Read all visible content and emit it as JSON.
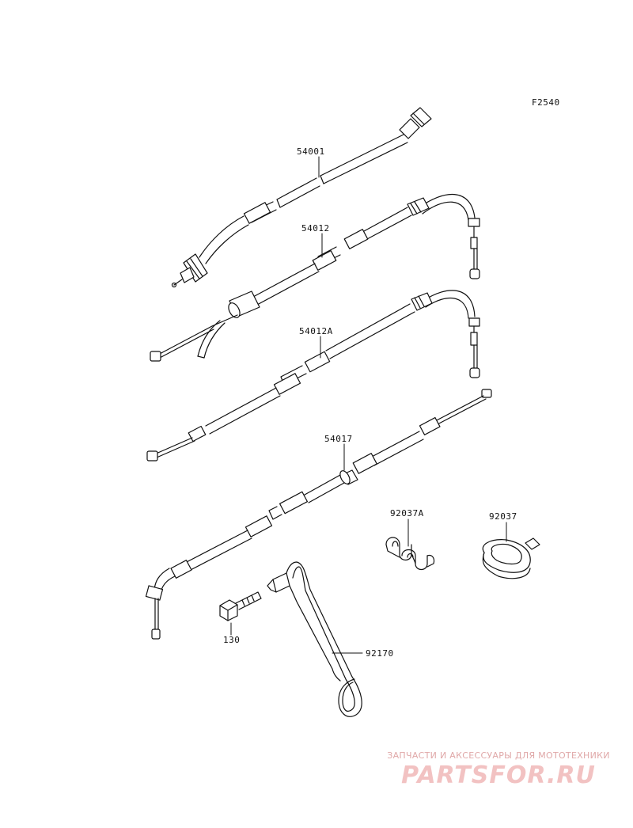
{
  "figure_code": "F2540",
  "parts": [
    {
      "id": "cable-54001",
      "label": "54001"
    },
    {
      "id": "cable-54012",
      "label": "54012"
    },
    {
      "id": "cable-54012a",
      "label": "54012A"
    },
    {
      "id": "cable-54017",
      "label": "54017"
    },
    {
      "id": "clamp-92037a",
      "label": "92037A"
    },
    {
      "id": "clamp-92037",
      "label": "92037"
    },
    {
      "id": "bolt-130",
      "label": "130"
    },
    {
      "id": "bracket-92170",
      "label": "92170"
    }
  ],
  "watermark": {
    "tagline": "ЗАПЧАСТИ И АКСЕССУАРЫ ДЛЯ МОТОТЕХНИКИ",
    "logo": "PARTSFOR.RU"
  }
}
